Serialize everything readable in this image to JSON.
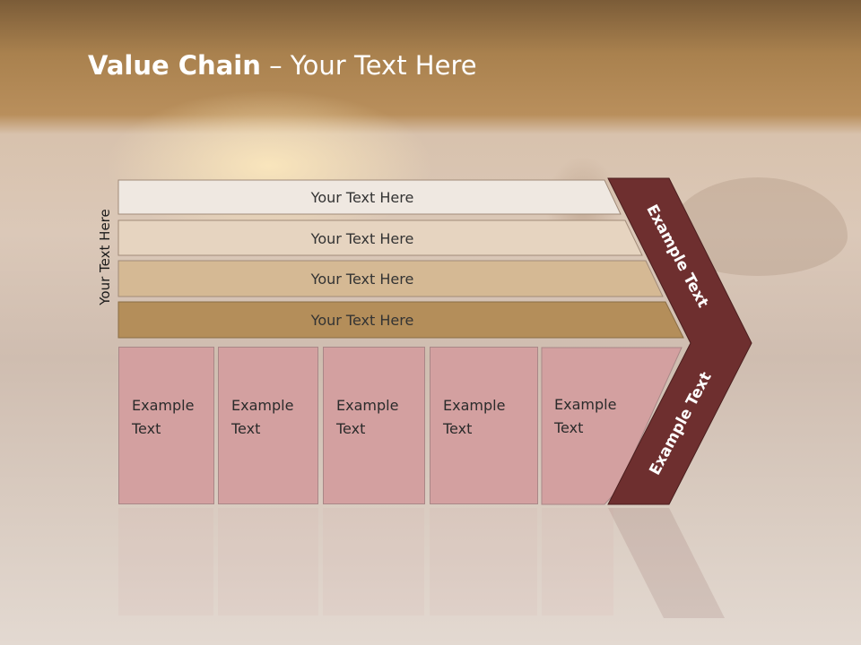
{
  "title": {
    "bold": "Value Chain",
    "rest": " – Your Text Here"
  },
  "side_label": "Your Text Here",
  "bars": [
    {
      "label": "Your Text Here",
      "color": "#efe8e1"
    },
    {
      "label": "Your Text Here",
      "color": "#e6d4c0"
    },
    {
      "label": "Your Text Here",
      "color": "#d5b994"
    },
    {
      "label": "Your Text Here",
      "color": "#b48e5a"
    }
  ],
  "boxes": [
    {
      "line1": "Example",
      "line2": "Text"
    },
    {
      "line1": "Example",
      "line2": "Text"
    },
    {
      "line1": "Example",
      "line2": "Text"
    },
    {
      "line1": "Example",
      "line2": "Text"
    },
    {
      "line1": "Example",
      "line2": "Text"
    }
  ],
  "chevron": {
    "top_label": "Example Text",
    "bottom_label": "Example Text",
    "color": "#6e2f2f"
  },
  "colors": {
    "box": "#d3a0a0",
    "box_border": "#a98787"
  }
}
